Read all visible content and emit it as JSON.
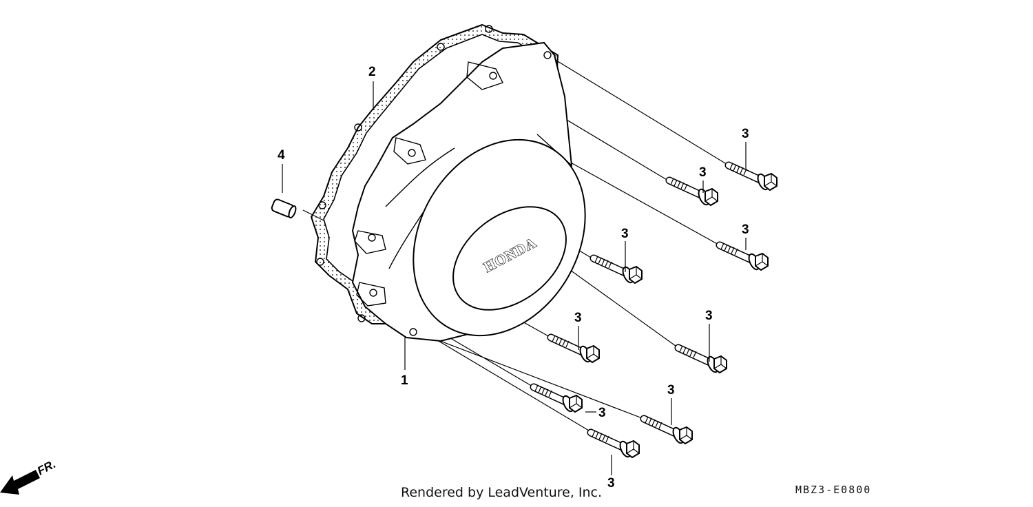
{
  "part_labels": {
    "cover": "1",
    "gasket": "2",
    "bolt": "3",
    "dowel": "4"
  },
  "emblem_text": "HONDA",
  "direction_label": "FR.",
  "credit": "Rendered by LeadVenture, Inc.",
  "diagram_code": "MBZ3-E0800"
}
